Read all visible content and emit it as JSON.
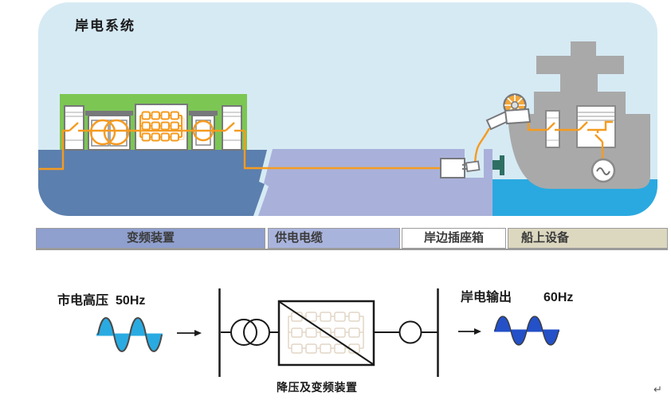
{
  "title": "岸电系统",
  "legend_bar": {
    "cells": [
      {
        "label": "变频装置",
        "color": "#8F9FCE"
      },
      {
        "label": "供电电缆",
        "color": "#A9B4DD"
      },
      {
        "label": "岸边插座箱",
        "color": "#FFFFFF"
      },
      {
        "label": "船上设备",
        "color": "#DCD7BF"
      }
    ]
  },
  "flow": {
    "input_label": "市电高压",
    "input_freq": "50Hz",
    "converter_label": "降压及变频装置",
    "output_label": "岸电输出",
    "output_freq": "60Hz",
    "return_mark": "↵"
  },
  "colors": {
    "sky": "#D6EAF4",
    "building_green": "#7CC653",
    "shore_block": "#5B7FAE",
    "quay": "#A9B1DA",
    "sea": "#2AA9E0",
    "ship_gray": "#A9A9A9",
    "cable_orange": "#F59B20",
    "bollard_teal": "#2E6F63",
    "wave_50hz": "#29ABE2",
    "wave_60hz": "#2450C8"
  },
  "icons": [
    "cable-reel-icon",
    "transformer-icon",
    "converter-icon",
    "switch-cabinet-icon",
    "generator-icon",
    "socket-box-icon",
    "bollard-icon",
    "ship-icon",
    "sine-wave-icon",
    "arrow-icon"
  ]
}
